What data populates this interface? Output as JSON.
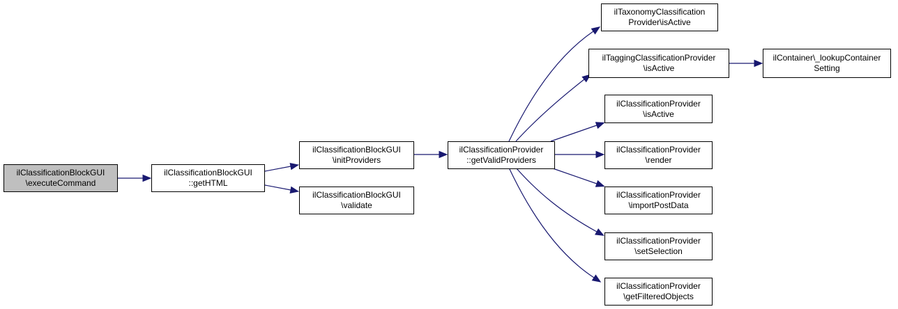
{
  "diagram": {
    "colors": {
      "edge": "#191970",
      "current_node_fill": "#bfbfbf",
      "node_border": "#000000"
    },
    "nodes": [
      {
        "id": "executeCommand",
        "lines": [
          "ilClassificationBlockGUI",
          "\\executeCommand"
        ],
        "current": true
      },
      {
        "id": "getHTML",
        "lines": [
          "ilClassificationBlockGUI",
          "::getHTML"
        ]
      },
      {
        "id": "initProviders",
        "lines": [
          "ilClassificationBlockGUI",
          "\\initProviders"
        ]
      },
      {
        "id": "validate",
        "lines": [
          "ilClassificationBlockGUI",
          "\\validate"
        ]
      },
      {
        "id": "getValidProviders",
        "lines": [
          "ilClassificationProvider",
          "::getValidProviders"
        ]
      },
      {
        "id": "taxonomyIsActive",
        "lines": [
          "ilTaxonomyClassification",
          "Provider\\isActive"
        ]
      },
      {
        "id": "taggingIsActive",
        "lines": [
          "ilTaggingClassificationProvider",
          "\\isActive"
        ]
      },
      {
        "id": "lookupContainerSetting",
        "lines": [
          "ilContainer\\_lookupContainer",
          "Setting"
        ]
      },
      {
        "id": "providerIsActive",
        "lines": [
          "ilClassificationProvider",
          "\\isActive"
        ]
      },
      {
        "id": "render",
        "lines": [
          "ilClassificationProvider",
          "\\render"
        ]
      },
      {
        "id": "importPostData",
        "lines": [
          "ilClassificationProvider",
          "\\importPostData"
        ]
      },
      {
        "id": "setSelection",
        "lines": [
          "ilClassificationProvider",
          "\\setSelection"
        ]
      },
      {
        "id": "getFilteredObjects",
        "lines": [
          "ilClassificationProvider",
          "\\getFilteredObjects"
        ]
      }
    ],
    "edges": [
      {
        "from": "executeCommand",
        "to": "getHTML"
      },
      {
        "from": "getHTML",
        "to": "initProviders"
      },
      {
        "from": "getHTML",
        "to": "validate"
      },
      {
        "from": "initProviders",
        "to": "getValidProviders"
      },
      {
        "from": "getValidProviders",
        "to": "taxonomyIsActive"
      },
      {
        "from": "getValidProviders",
        "to": "taggingIsActive"
      },
      {
        "from": "getValidProviders",
        "to": "providerIsActive"
      },
      {
        "from": "getValidProviders",
        "to": "render"
      },
      {
        "from": "getValidProviders",
        "to": "importPostData"
      },
      {
        "from": "getValidProviders",
        "to": "setSelection"
      },
      {
        "from": "getValidProviders",
        "to": "getFilteredObjects"
      },
      {
        "from": "taggingIsActive",
        "to": "lookupContainerSetting"
      }
    ]
  }
}
